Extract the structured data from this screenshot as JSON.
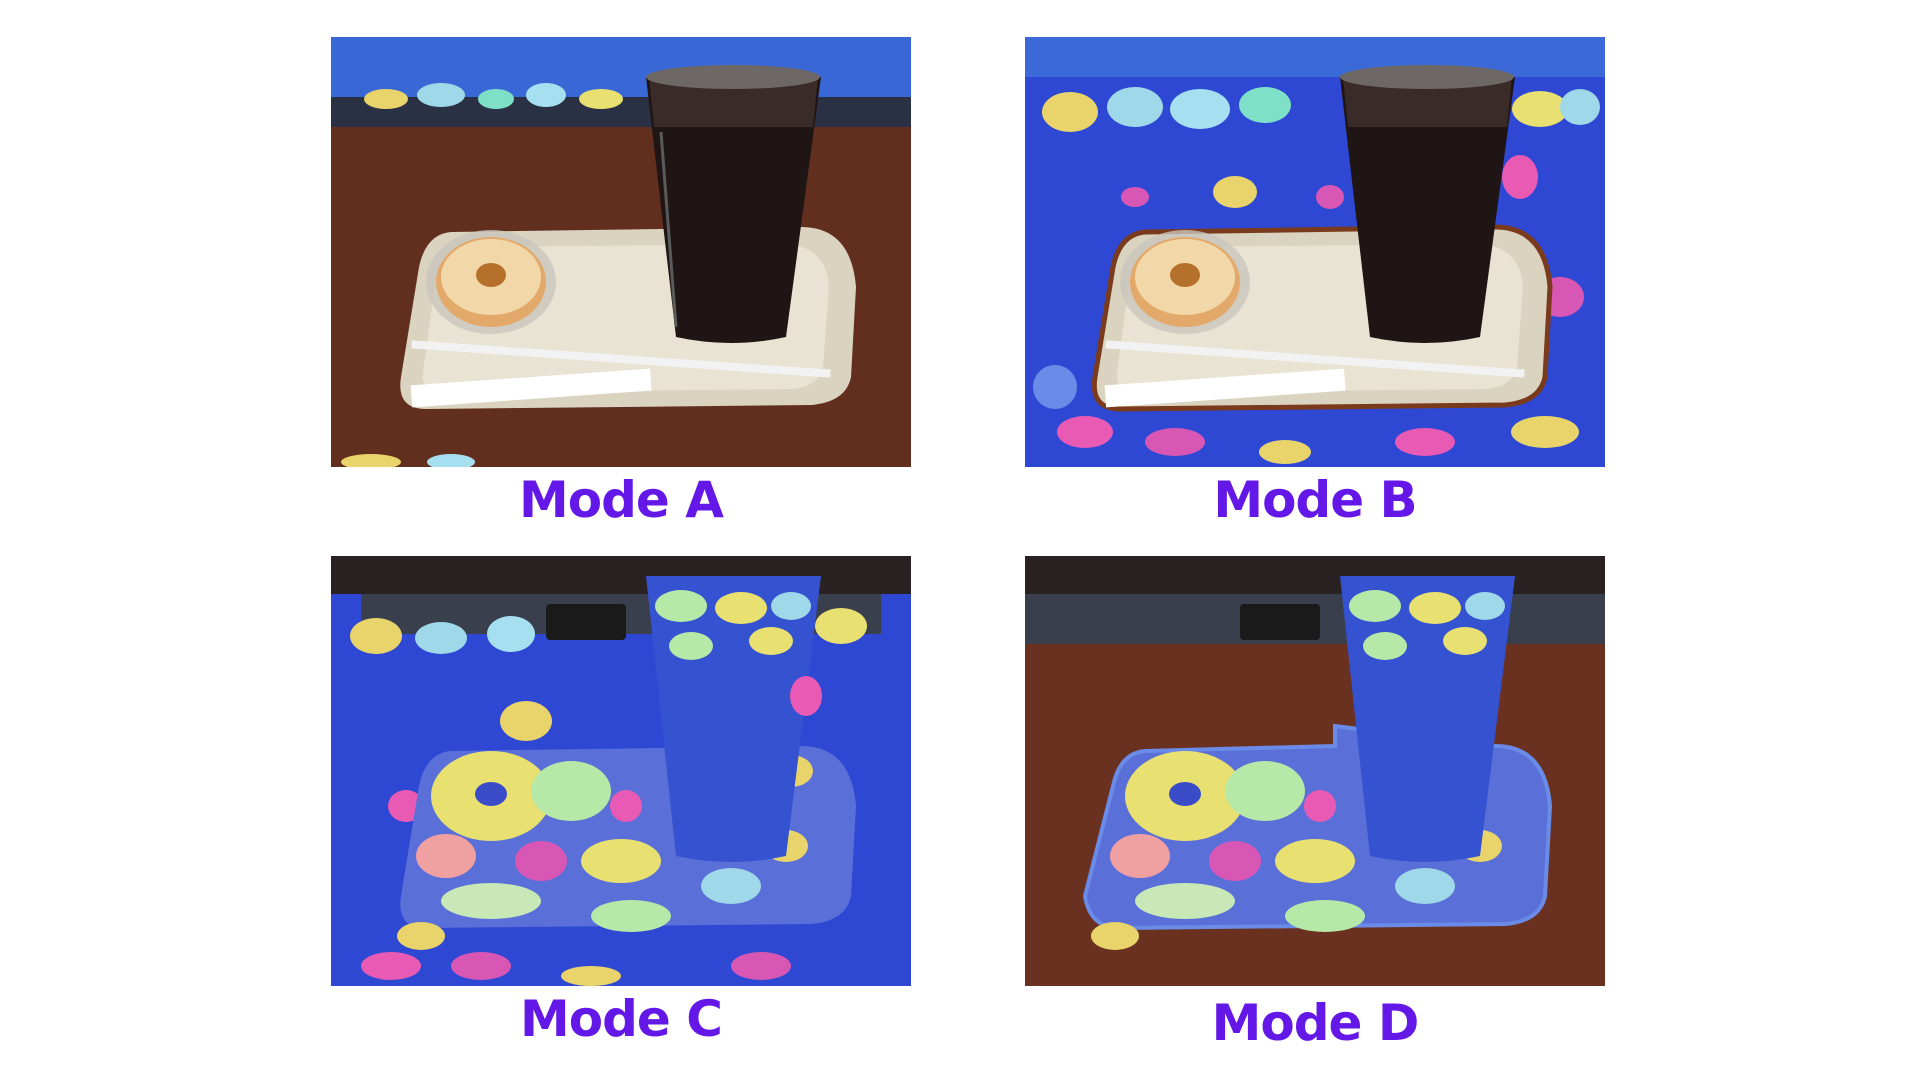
{
  "accent_color": "#6418e8",
  "panels": [
    {
      "id": "a",
      "caption": "Mode A",
      "overlay": "background-top-strip-only"
    },
    {
      "id": "b",
      "caption": "Mode B",
      "overlay": "background-segments"
    },
    {
      "id": "c",
      "caption": "Mode C",
      "overlay": "all-segments-with-background"
    },
    {
      "id": "d",
      "caption": "Mode D",
      "overlay": "object-segments-only"
    }
  ]
}
